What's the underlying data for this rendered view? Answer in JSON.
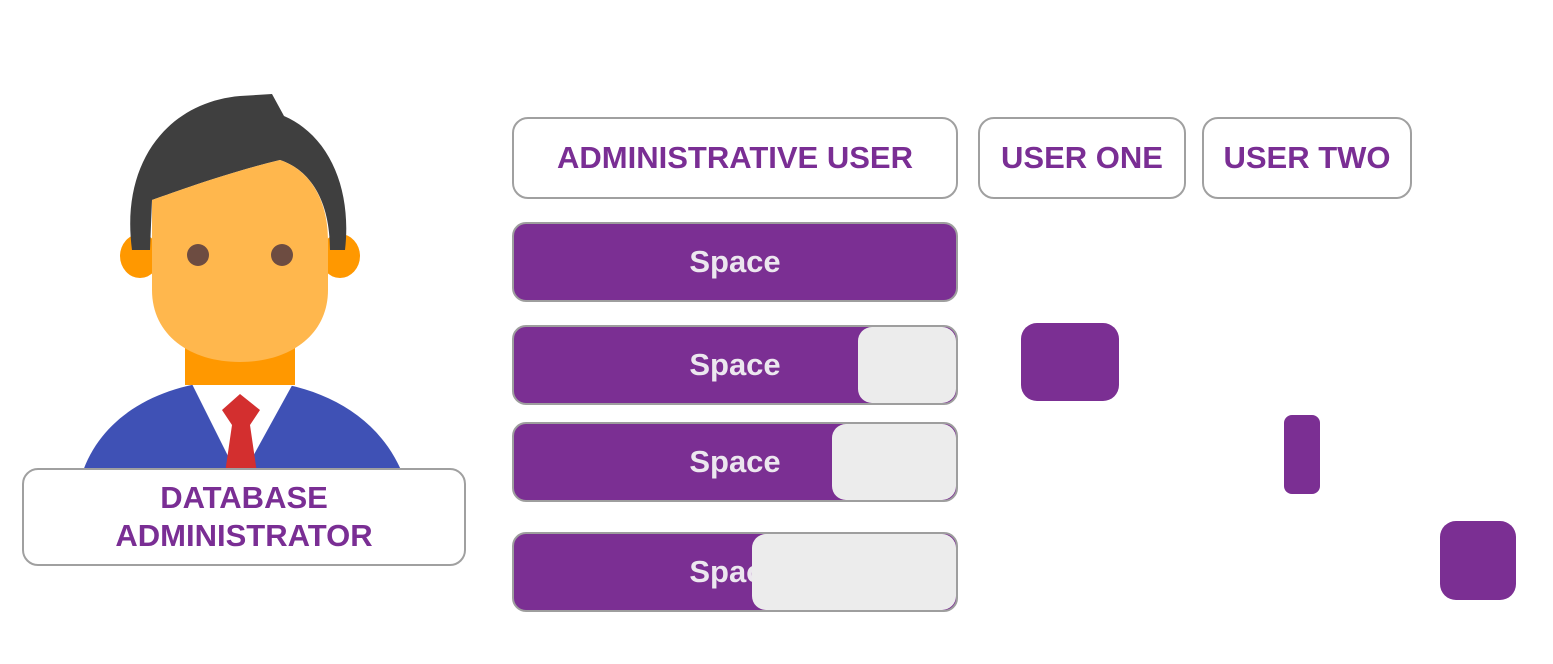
{
  "administrator": {
    "label_line1": "DATABASE",
    "label_line2": "ADMINISTRATOR"
  },
  "headers": {
    "administrative_user": "ADMINISTRATIVE USER",
    "user_one": "USER ONE",
    "user_two": "USER TWO"
  },
  "space_bars": [
    {
      "label": "Space",
      "filled_fraction": 1.0
    },
    {
      "label": "Space",
      "filled_fraction": 0.78
    },
    {
      "label": "Space",
      "filled_fraction": 0.72
    },
    {
      "label": "Space",
      "filled_fraction": 0.54
    }
  ],
  "colors": {
    "accent_purple": "#7b2f93",
    "label_purple": "#7a2e94",
    "empty_space": "#ececec",
    "border_gray": "#a0a0a0",
    "hair": "#3f3f3f",
    "skin": "#ffb74d",
    "neck": "#ff9800",
    "suit": "#3f51b5",
    "tie": "#d32f2f"
  },
  "icons": {
    "avatar": "database-administrator-avatar-icon"
  }
}
